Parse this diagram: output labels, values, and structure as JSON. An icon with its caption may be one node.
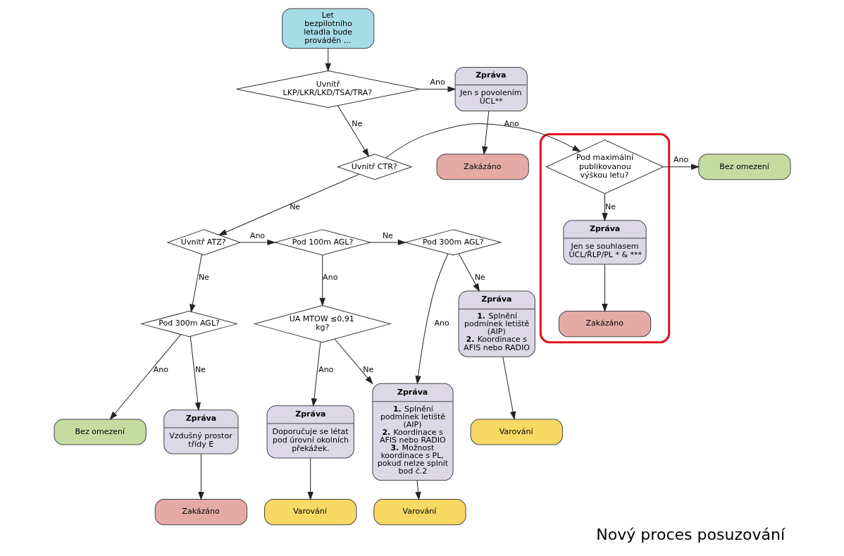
{
  "diagram": {
    "caption": "Nový proces posuzování",
    "nodes": [
      {
        "text": [
          "Let bezpilotního letadla bude prováděn ..."
        ]
      },
      {
        "text": [
          "Uvnitř LKP/LKR/LKD/TSA/TRA?"
        ]
      },
      {
        "text": [
          "Zpráva",
          "Jen s povolením ÚCL**"
        ]
      },
      {
        "text": [
          "Zakázáno"
        ]
      },
      {
        "text": [
          "Uvnitř CTR?"
        ]
      },
      {
        "text": [],
        "shape": "ellipse"
      },
      {
        "text": [
          "Pod maximální publikovanou výškou letu?"
        ],
        "in": 5
      },
      {
        "text": [
          "Zpráva",
          "Jen se souhlasem ÚCL/ŘLP/PL * & ***"
        ],
        "in": 5
      },
      {
        "text": [
          "Zakázáno"
        ],
        "in": 5
      },
      {
        "text": [
          "Bez omezení"
        ]
      },
      {
        "text": [
          "Uvnitř ATZ?"
        ]
      },
      {
        "text": [
          "Pod 100m AGL?"
        ]
      },
      {
        "text": [
          "Pod 300m AGL?"
        ]
      },
      {
        "text": [
          "Zpráva",
          "**1.** Splnění podmínek letiště (AIP) **2.** Koordinace s AFIS nebo RADIO"
        ]
      },
      {
        "text": [
          "Varování"
        ]
      },
      {
        "text": [
          "Zpráva",
          "**1.** Splnění podmínek letiště (AIP) **2.** Koordinace s AFIS nebo RADIO **3.** Možnost koordinace s PL, pokud nelze splnit bod č.2"
        ]
      },
      {
        "text": [
          "Varování"
        ]
      },
      {
        "text": [
          "UA MTOW ≤0,91 kg?"
        ]
      },
      {
        "text": [
          "Zpráva",
          "Doporučuje se létat pod úrovní okolních překážek."
        ]
      },
      {
        "text": [
          "Varování"
        ]
      },
      {
        "text": [
          "Pod 300m AGL?"
        ]
      },
      {
        "text": [
          "Bez omezení"
        ]
      },
      {
        "text": [
          "Zpráva",
          "Vzdušný prostor třídy E"
        ]
      },
      {
        "text": [
          "Zakázáno"
        ]
      }
    ],
    "edges": [
      {
        "from": 0,
        "to": 1,
        "arrow": "to"
      },
      {
        "from": 1,
        "to": 2,
        "arrow": "to",
        "label": "Ano"
      },
      {
        "from": 2,
        "to": 3,
        "arrow": "to"
      },
      {
        "from": 1,
        "to": 4,
        "arrow": "to",
        "label": "Ne"
      },
      {
        "from": 4,
        "to": 6,
        "arrow": "to",
        "label": "Ano"
      },
      {
        "from": 6,
        "to": 9,
        "arrow": "to",
        "label": "Ano"
      },
      {
        "from": 6,
        "to": 7,
        "arrow": "to",
        "label": "Ne"
      },
      {
        "from": 7,
        "to": 8,
        "arrow": "to"
      },
      {
        "from": 4,
        "to": 10,
        "arrow": "to",
        "label": "Ne"
      },
      {
        "from": 10,
        "to": 11,
        "arrow": "to",
        "label": "Ano"
      },
      {
        "from": 11,
        "to": 12,
        "arrow": "to",
        "label": "Ne"
      },
      {
        "from": 12,
        "to": 13,
        "arrow": "to",
        "label": "Ne"
      },
      {
        "from": 13,
        "to": 14,
        "arrow": "to"
      },
      {
        "from": 12,
        "to": 15,
        "arrow": "to",
        "label": "Ano"
      },
      {
        "from": 15,
        "to": 16,
        "arrow": "to"
      },
      {
        "from": 11,
        "to": 17,
        "arrow": "to",
        "label": "Ano"
      },
      {
        "from": 17,
        "to": 15,
        "arrow": "to",
        "label": "Ne"
      },
      {
        "from": 17,
        "to": 18,
        "arrow": "to",
        "label": "Ano"
      },
      {
        "from": 18,
        "to": 19,
        "arrow": "to"
      },
      {
        "from": 10,
        "to": 20,
        "arrow": "to",
        "label": "Ne"
      },
      {
        "from": 20,
        "to": 21,
        "arrow": "to",
        "label": "Ano"
      },
      {
        "from": 20,
        "to": 22,
        "arrow": "to",
        "label": "Ne"
      },
      {
        "from": 22,
        "to": 23,
        "arrow": "to"
      }
    ]
  }
}
